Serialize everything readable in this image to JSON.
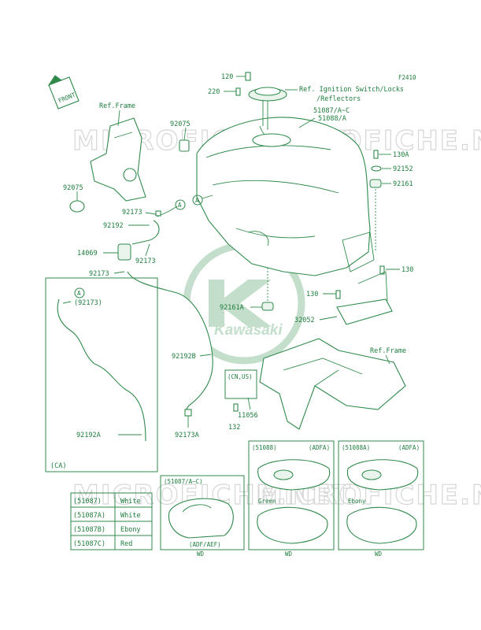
{
  "figure_code": "F2410",
  "front_arrow": "FRONT",
  "watermark": "MICROFICHE.NET",
  "logo_text": "Kawasaki",
  "callouts": {
    "p120": "120",
    "p220": "220",
    "ref_ignition": "Ref. Ignition Switch/Locks",
    "ref_reflectors": "/Reflectors",
    "p51087": "51087/A~C",
    "p51088": "51088/A",
    "ref_frame_top": "Ref.Frame",
    "p92075_top": "92075",
    "p92075_left": "92075",
    "p130a": "130A",
    "p92152": "92152",
    "p92161": "92161",
    "p92173_1": "92173",
    "a1": "A",
    "a2": "A",
    "p92192": "92192",
    "p14069": "14069",
    "p92173_2": "92173",
    "p92173_3": "92173",
    "p130_r": "130",
    "p130_m": "130",
    "p92161a": "92161A",
    "p32052": "32052",
    "a3": "A",
    "p92173_paren": "(92173)",
    "ref_frame_bottom": "Ref.Frame",
    "p92192b": "92192B",
    "cnus": "(CN,US)",
    "p11056": "11056",
    "p132": "132",
    "p92173a": "92173A",
    "p92192a": "92192A",
    "ca": "(CA)"
  },
  "color_table": [
    {
      "code": "(51087)",
      "color": "White"
    },
    {
      "code": "(51087A)",
      "color": "White"
    },
    {
      "code": "(51087B)",
      "color": "Ebony"
    },
    {
      "code": "(51087C)",
      "color": "Red"
    }
  ],
  "inset_boxes": {
    "tank_a": {
      "part": "(51087/A~C)",
      "variant": "(ADF/AEF)",
      "footer": "WD"
    },
    "tank_b": {
      "part": "(51088)",
      "variant": "(ADFA)",
      "color": "Green",
      "footer": "WD"
    },
    "tank_c": {
      "part": "(51088A)",
      "variant": "(ADFA)",
      "color": "Ebony",
      "footer": "WD"
    }
  }
}
